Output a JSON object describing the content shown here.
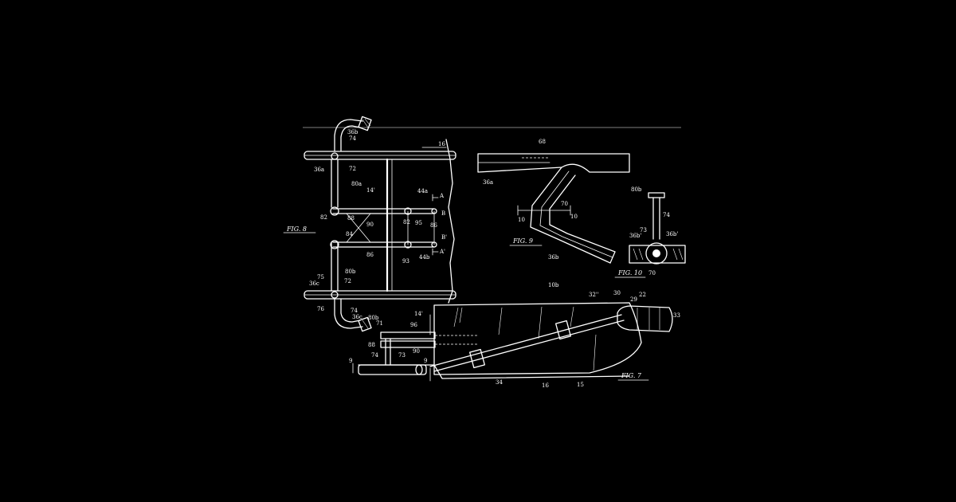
{
  "colors": {
    "background": "#000000",
    "ink": "#ffffff"
  },
  "figures": {
    "fig8": {
      "caption": "FIG. 8",
      "labels": [
        "36b",
        "74",
        "16",
        "36a",
        "72",
        "80a",
        "14'",
        "44a",
        "A",
        "B",
        "82",
        "88",
        "95",
        "86",
        "90",
        "82",
        "84",
        "B'",
        "A'",
        "86",
        "93",
        "44b",
        "80b",
        "75",
        "36c",
        "72",
        "74",
        "76",
        "36c"
      ]
    },
    "fig9": {
      "caption": "FIG. 9",
      "labels": [
        "68",
        "36a",
        "10",
        "70",
        "10",
        "36b"
      ]
    },
    "fig10": {
      "caption": "FIG. 10",
      "labels": [
        "80b",
        "74",
        "73",
        "36b'",
        "36b'",
        "70"
      ]
    },
    "fig7": {
      "caption": "FIG. 7",
      "labels": [
        "10b",
        "32''",
        "30",
        "29",
        "22",
        "33",
        "14'",
        "80b",
        "71",
        "96",
        "88",
        "90",
        "74",
        "73",
        "9",
        "9",
        "34",
        "16",
        "15"
      ]
    }
  }
}
